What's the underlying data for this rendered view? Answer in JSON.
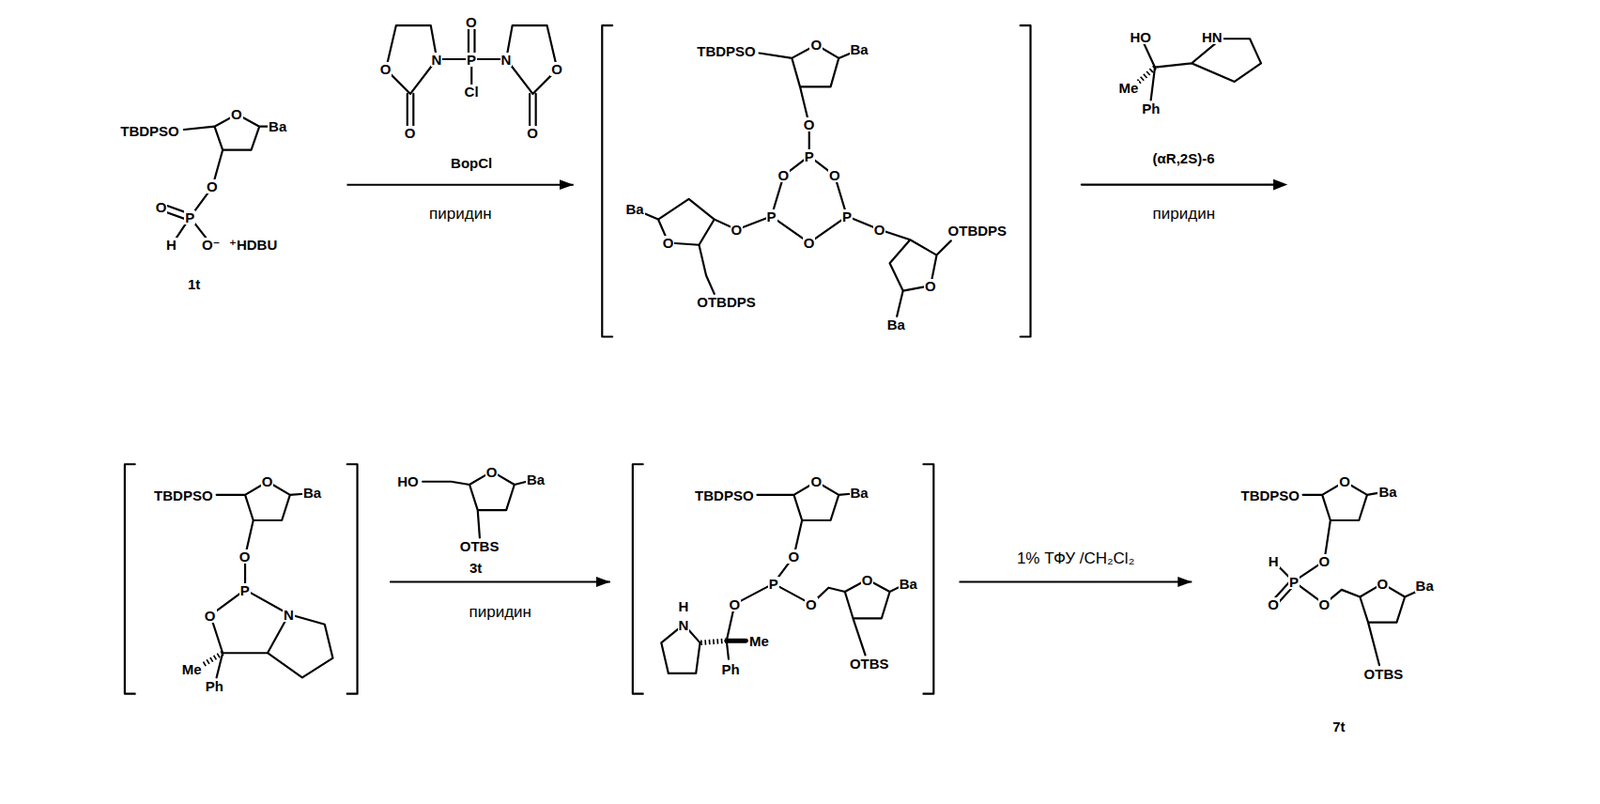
{
  "diagram": {
    "nodes": [
      {
        "text": [
          "TBDPSO",
          "O",
          "Ba",
          "O",
          "O",
          "P",
          "H",
          "O⁻",
          "⁺HDBU",
          "1t"
        ]
      },
      {
        "text": [
          "O",
          "N",
          "P",
          "N",
          "Cl",
          "O",
          "O",
          "O",
          "O",
          "BopCl"
        ]
      },
      {
        "text": [
          "TBDPSO",
          "O",
          "Ba",
          "O",
          "P",
          "O",
          "O",
          "P",
          "P",
          "O",
          "O",
          "Ba",
          "O",
          "OTBDPS",
          "O",
          "OTBDPS",
          "O",
          "Ba"
        ]
      },
      {
        "text": [
          "HO",
          "HN",
          "Me",
          "Ph",
          "(αR,2S)-6"
        ]
      },
      {
        "text": [
          "TBDPSO",
          "O",
          "Ba",
          "O",
          "P",
          "O",
          "N",
          "Me",
          "Ph"
        ]
      },
      {
        "text": [
          "HO",
          "O",
          "Ba",
          "OTBS",
          "3t"
        ]
      },
      {
        "text": [
          "TBDPSO",
          "O",
          "Ba",
          "O",
          "P",
          "O",
          "O",
          "O",
          "Ba",
          "OTBS",
          "H",
          "N",
          "Me",
          "Ph"
        ]
      },
      {
        "text": [
          "TBDPSO",
          "O",
          "Ba",
          "H",
          "O",
          "P",
          "O",
          "O",
          "O",
          "Ba",
          "OTBS",
          "7t"
        ]
      }
    ],
    "edges": [
      {
        "from": 0,
        "to": 2,
        "arrow": "to",
        "label": "пиридин"
      },
      {
        "from": 4,
        "to": 6,
        "arrow": "to",
        "label": "пиридин"
      },
      {
        "from": 6,
        "to": 7,
        "arrow": "to",
        "label": "1% ТФУ /CH₂Cl₂"
      }
    ],
    "labels": [
      "пиридин"
    ]
  }
}
